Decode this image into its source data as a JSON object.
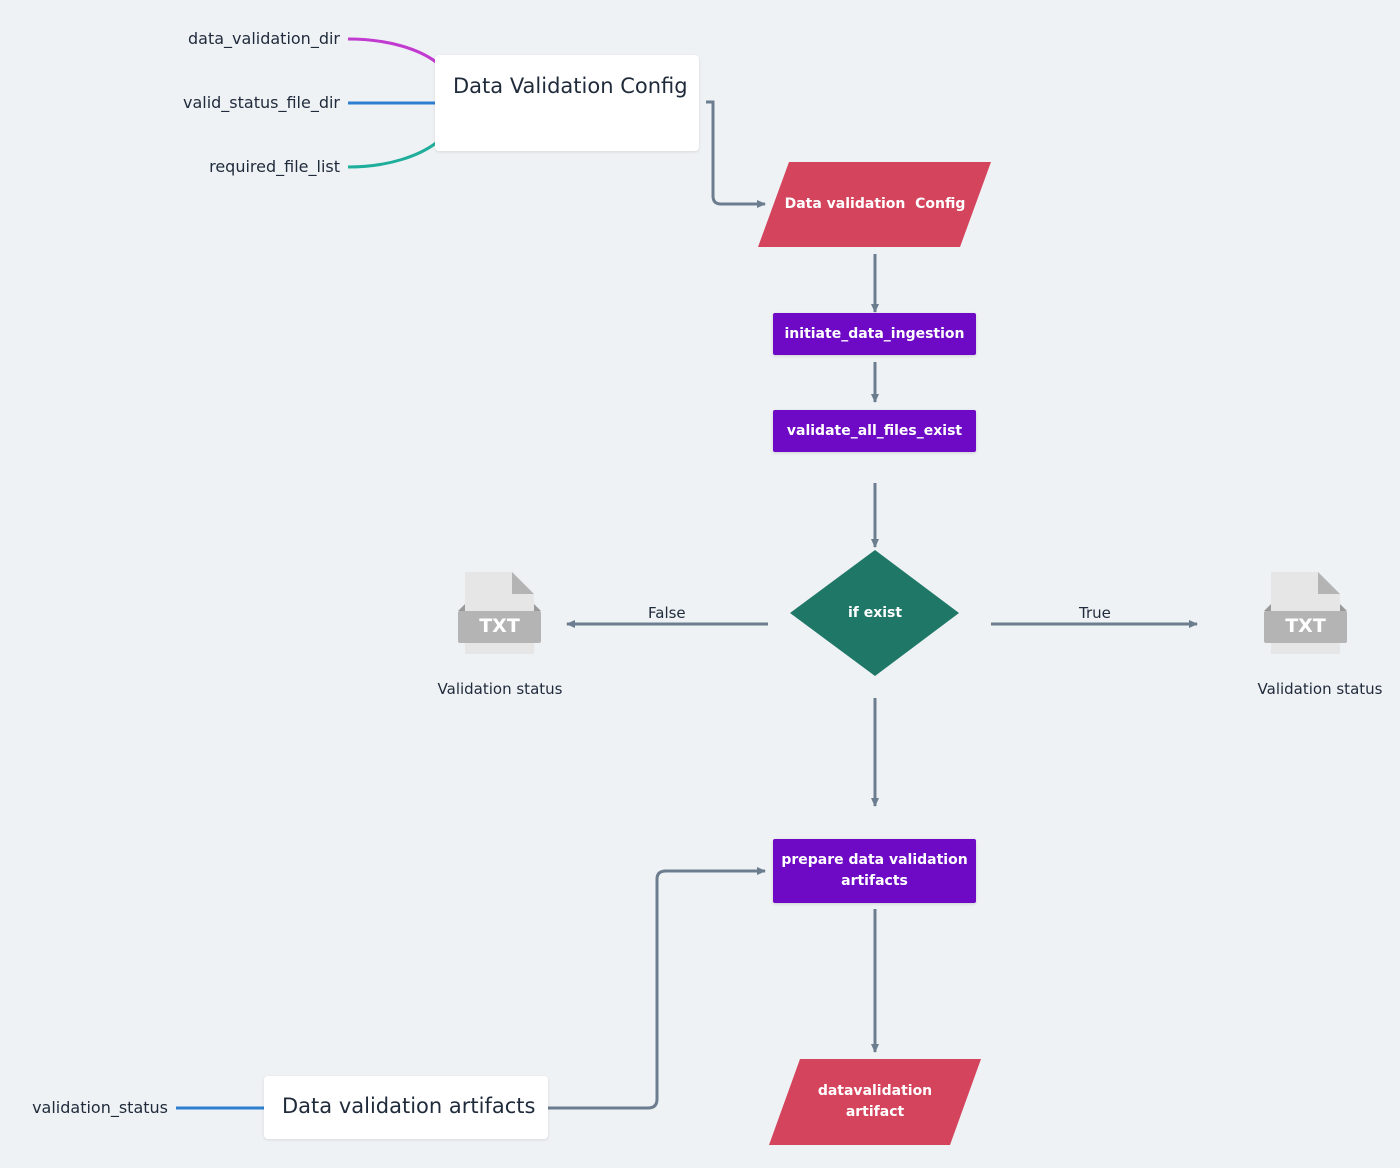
{
  "colors": {
    "background": "#eff2f5",
    "connector": "#6b7d8e",
    "magenta": "#c13bd0",
    "blue": "#2f7fd0",
    "teal": "#1fae9b",
    "process": "#6e0ac6",
    "data": "#d4445c",
    "decision": "#1f7768",
    "file": "#b4b4b4"
  },
  "config_card": {
    "title": "Data Validation Config",
    "branches": [
      "data_validation_dir",
      "valid_status_file_dir",
      "required_file_list"
    ]
  },
  "artifact_card": {
    "title": "Data validation artifacts",
    "branches": [
      "validation_status"
    ]
  },
  "flow": {
    "config_io": "Data validation  Config",
    "step1": "initiate_data_ingestion",
    "step2": "validate_all_files_exist",
    "decision": "if exist",
    "false_label": "False",
    "true_label": "True",
    "step3_line1": "prepare data validation",
    "step3_line2": "artifacts",
    "artifact_io_line1": "datavalidation",
    "artifact_io_line2": "artifact"
  },
  "files": {
    "left": {
      "icon": "txt-file-icon",
      "ext": "TXT",
      "caption": "Validation status"
    },
    "right": {
      "icon": "txt-file-icon",
      "ext": "TXT",
      "caption": "Validation status"
    }
  }
}
